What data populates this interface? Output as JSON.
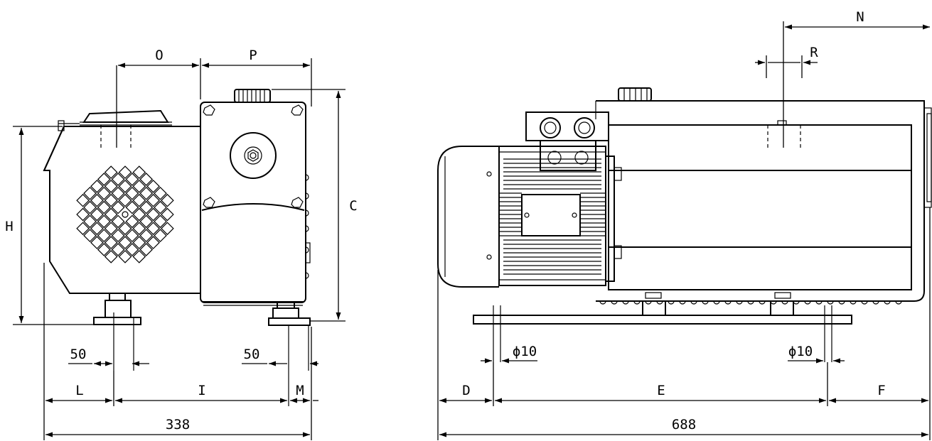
{
  "labels": {
    "O": "O",
    "P": "P",
    "C": "C",
    "H": "H",
    "dim50_left": "50",
    "dim50_right": "50",
    "L": "L",
    "I": "I",
    "M": "M",
    "width_side": "338",
    "N": "N",
    "R": "R",
    "phi10_left": "ϕ10",
    "phi10_right": "ϕ10",
    "D": "D",
    "E": "E",
    "F": "F",
    "length_front": "688"
  }
}
